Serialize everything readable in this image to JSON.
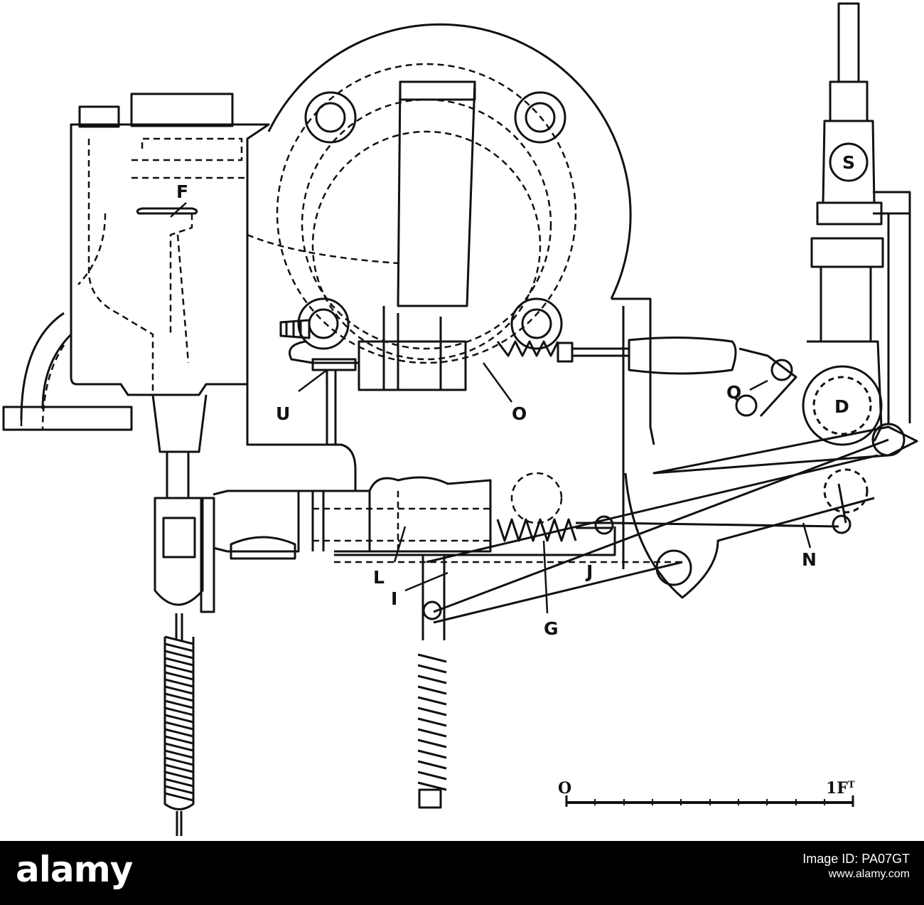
{
  "diagram": {
    "part_labels": {
      "F": "F",
      "S": "S",
      "U": "U",
      "O": "O",
      "Q": "Q",
      "D": "D",
      "L": "L",
      "I": "I",
      "G": "G",
      "J": "J",
      "N": "N"
    },
    "scale_bar": {
      "start_label": "O",
      "end_label": "1F",
      "end_label_suffix": "T"
    }
  },
  "watermark": {
    "brand": "alamy",
    "image_id_line1": "Image ID: PA07GT",
    "image_id_line2": "www.alamy.com"
  },
  "colors": {
    "ink": "#111111",
    "paper": "#ffffff",
    "banner_bg": "#000000",
    "banner_text": "#ffffff"
  }
}
